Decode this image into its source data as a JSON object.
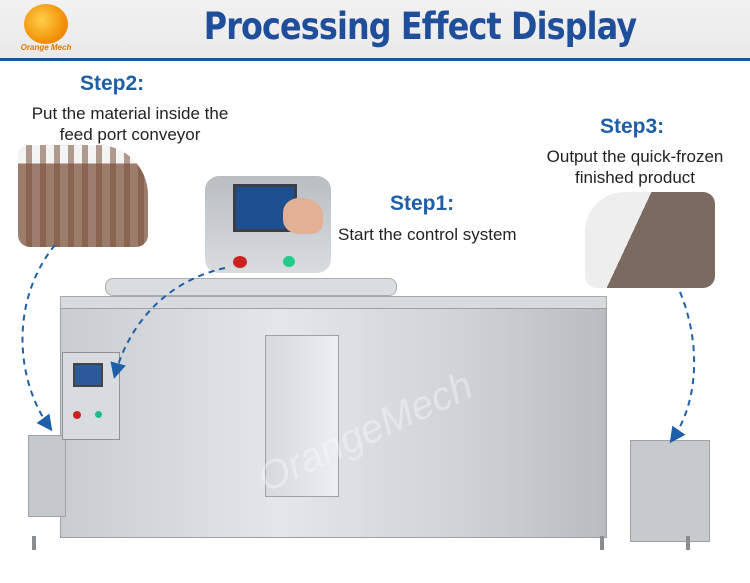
{
  "header": {
    "logo_text": "Orange Mech",
    "title": "Processing Effect Display"
  },
  "steps": {
    "step2": {
      "title": "Step2:",
      "desc_line1": "Put the material inside the",
      "desc_line2": "feed port conveyor"
    },
    "step1": {
      "title": "Step1:",
      "desc": "Start the control system"
    },
    "step3": {
      "title": "Step3:",
      "desc_line1": "Output the quick-frozen",
      "desc_line2": "finished product"
    }
  },
  "watermark": "OrangeMech",
  "colors": {
    "accent": "#1f4e9a",
    "step_title": "#1f5fa8",
    "logo": "#f08a00"
  }
}
